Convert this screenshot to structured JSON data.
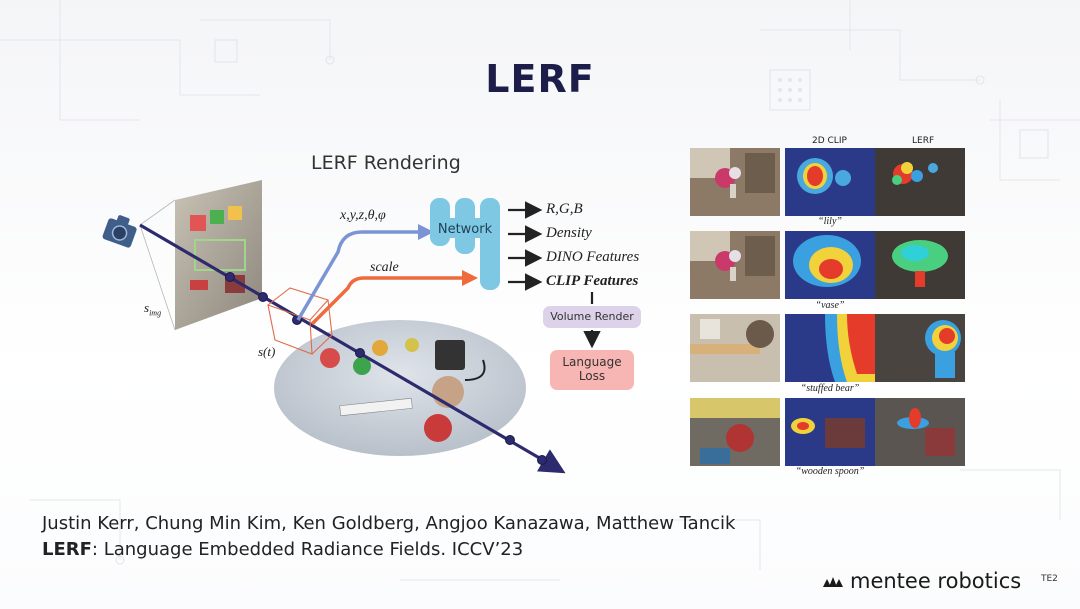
{
  "slide": {
    "title": "LERF"
  },
  "figure": {
    "heading": "LERF Rendering",
    "input_label": "x,y,z,θ,φ",
    "scale_label": "scale",
    "s_img_main": "s",
    "s_img_sub": "img",
    "s_t_label": "s(t)",
    "network_label": "Network",
    "outputs": [
      "R,G,B",
      "Density",
      "DINO Features",
      "CLIP Features"
    ],
    "volume_render_label": "Volume Render",
    "language_loss_label": "Language Loss"
  },
  "results": {
    "col_headers": [
      "2D CLIP",
      "LERF"
    ],
    "captions": [
      "“lily”",
      "“vase”",
      "“stuffed bear”",
      "“wooden spoon”"
    ]
  },
  "citation": {
    "authors": "Justin Kerr, Chung Min Kim, Ken Goldberg, Angjoo Kanazawa, Matthew Tancik",
    "paper_bold": "LERF",
    "paper_rest": ": Language Embedded Radiance Fields. ICCV’23"
  },
  "brand": {
    "name": "mentee robotics",
    "tag": "TE2"
  },
  "colors": {
    "title": "#1d1d4a",
    "network": "#7ec8e3",
    "arrow_blue": "#7b95d4",
    "arrow_orange": "#ef6a3d",
    "volume_render": "#dcd2ea",
    "language_loss": "#f7b6b3"
  }
}
